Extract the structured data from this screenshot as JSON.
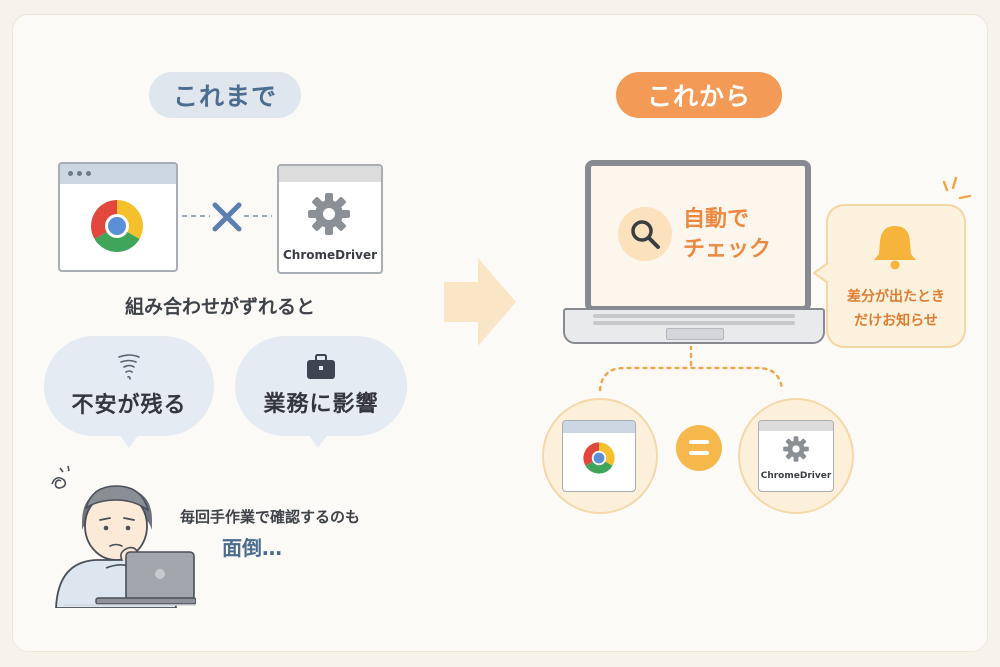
{
  "before": {
    "pill_label": "これまで",
    "chromedriver_label": "ChromeDriver",
    "mismatch_text": "組み合わせがずれると",
    "cloud_left": "不安が残る",
    "cloud_right": "業務に影響",
    "manual_line1": "毎回手作業で確認するのも",
    "manual_line2": "面倒…"
  },
  "after": {
    "pill_label": "これから",
    "screen_line1": "自動で",
    "screen_line2": "チェック",
    "notify_line1": "差分が出たとき",
    "notify_line2": "だけお知らせ",
    "chromedriver_label": "ChromeDriver"
  },
  "colors": {
    "before_accent": "#4d6d90",
    "after_accent": "#f39a57",
    "cross": "#5b7fb0",
    "arrow": "#fae6c6"
  },
  "icons": [
    "chrome-icon",
    "cross-icon",
    "gear-icon",
    "tornado-icon",
    "briefcase-icon",
    "dizzy-icon",
    "search-icon",
    "bell-icon",
    "equals-icon",
    "arrow-right-icon"
  ]
}
